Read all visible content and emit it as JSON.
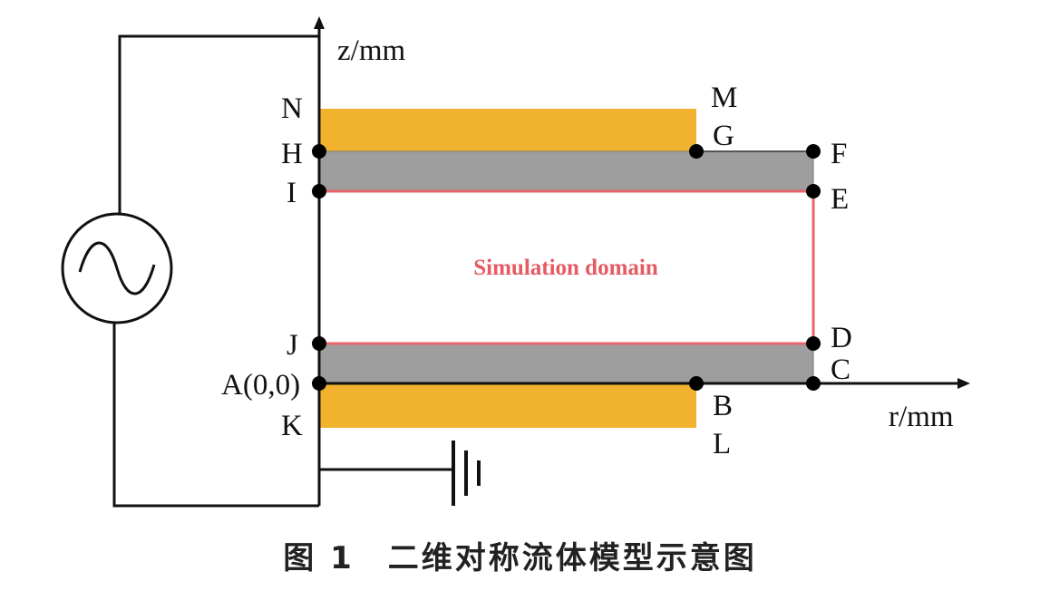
{
  "axes": {
    "z_label": "z/mm",
    "r_label": "r/mm"
  },
  "points": {
    "N": "N",
    "H": "H",
    "I": "I",
    "J": "J",
    "A": "A(0,0)",
    "K": "K",
    "M": "M",
    "G": "G",
    "F": "F",
    "E": "E",
    "D": "D",
    "C": "C",
    "B": "B",
    "L": "L"
  },
  "domain_label": "Simulation domain",
  "caption": "图 1　二维对称流体模型示意图",
  "colors": {
    "electrode": "#f1b22e",
    "dielectric": "#9e9e9e",
    "domain_boundary": "#e8646c",
    "wire": "#111111"
  }
}
